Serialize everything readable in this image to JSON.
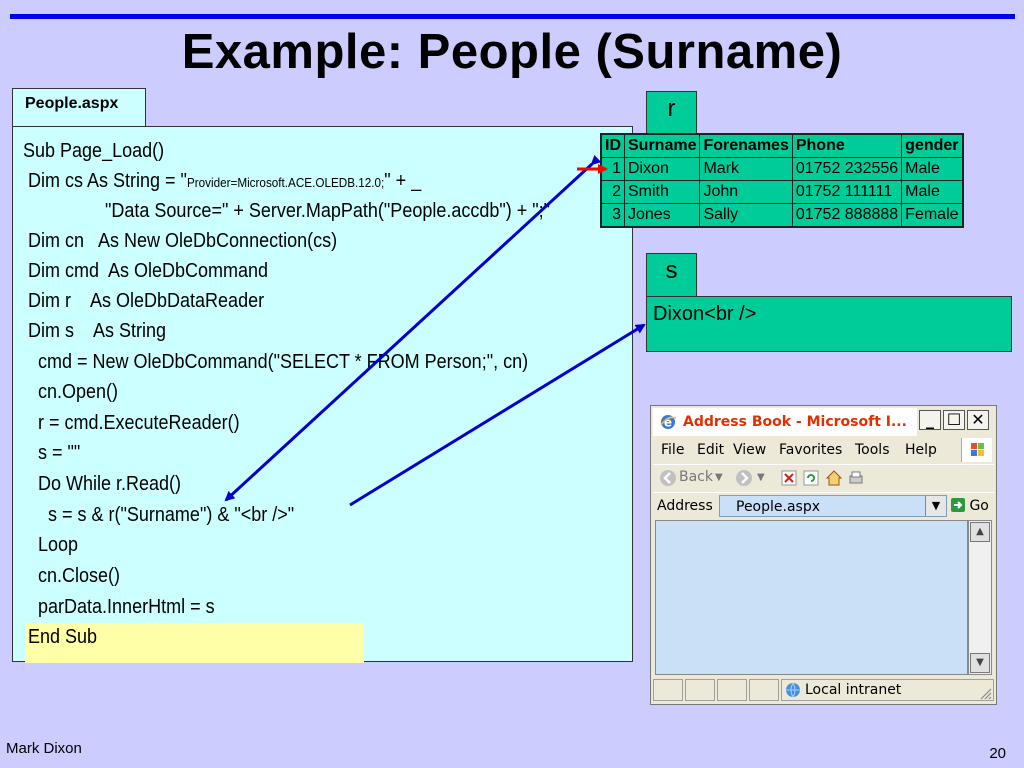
{
  "title": "Example: People (Surname)",
  "file_label": "People.aspx",
  "code": {
    "l1": "Sub Page_Load()",
    "l2a": " Dim cs As String = \"",
    "l2b": "Provider=Microsoft.ACE.OLEDB.12.0;",
    "l2c": "\" + _",
    "l3": "\"Data Source=\" + Server.MapPath(\"People.accdb\") + \";\"",
    "l4": " Dim cn   As New OleDbConnection(cs)",
    "l5": " Dim cmd  As OleDbCommand",
    "l6": " Dim r    As OleDbDataReader",
    "l7": " Dim s    As String",
    "l8": "   cmd = New OleDbCommand(\"SELECT * FROM Person;\", cn)",
    "l9": "   cn.Open()",
    "l10": "   r = cmd.ExecuteReader()",
    "l11": "   s = \"\"",
    "l12": "   Do While r.Read()",
    "l13": "     s = s & r(\"Surname\") & \"<br />\"",
    "l14": "   Loop",
    "l15": "   cn.Close()",
    "l16": "   parData.InnerHtml = s",
    "l17": " End Sub"
  },
  "r_label": "r",
  "table": {
    "headers": [
      "ID",
      "Surname",
      "Forenames",
      "Phone",
      "gender"
    ],
    "rows": [
      [
        "1",
        "Dixon",
        "Mark",
        "01752 232556",
        "Male"
      ],
      [
        "2",
        "Smith",
        "John",
        "01752 111111",
        "Male"
      ],
      [
        "3",
        "Jones",
        "Sally",
        "01752 888888",
        "Female"
      ]
    ]
  },
  "s_label": "s",
  "s_value": "Dixon<br />",
  "browser": {
    "title": "Address Book - Microsoft I...",
    "menu": [
      "File",
      "Edit",
      "View",
      "Favorites",
      "Tools",
      "Help"
    ],
    "back_label": "Back",
    "address_label": "Address",
    "address_value": "People.aspx",
    "go_label": "Go",
    "status_text": "Local intranet",
    "icons": [
      "ie-icon",
      "minimize-icon",
      "maximize-icon",
      "close-icon",
      "windows-flag-icon",
      "back-icon",
      "forward-icon",
      "stop-icon",
      "refresh-icon",
      "home-icon",
      "print-icon",
      "go-icon",
      "globe-icon"
    ]
  },
  "footer": {
    "author": "Mark Dixon",
    "page": "20"
  },
  "colors": {
    "background": "#ccccff",
    "code_bg": "#ccffff",
    "table_bg": "#00cc99",
    "highlight": "#ffffa8",
    "arrow": "#0000cc",
    "pointer": "#ff0000"
  }
}
